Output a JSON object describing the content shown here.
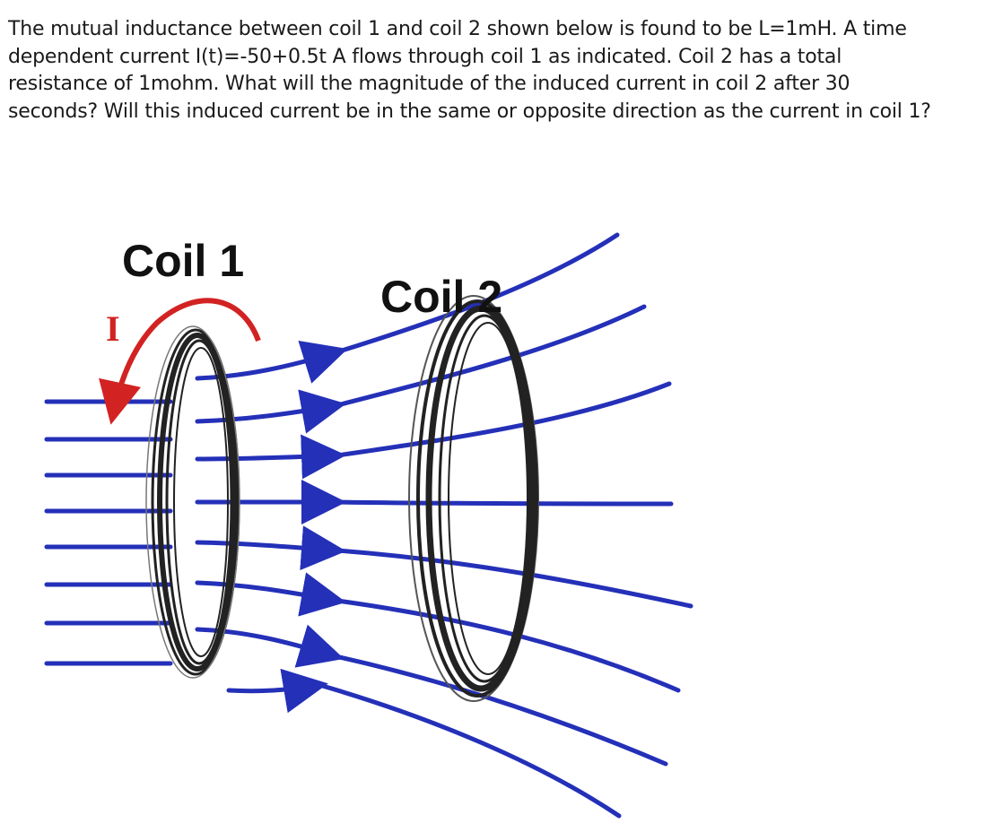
{
  "question": {
    "text": "The mutual inductance between coil 1 and coil 2 shown below is found to be L=1mH. A time dependent current I(t)=-50+0.5t A flows through coil 1 as indicated. Coil 2 has a total resistance of 1mohm. What will the magnitude of the induced current in coil 2 after 30 seconds? Will this induced current be in the same or opposite direction as the current in coil 1?"
  },
  "figure": {
    "coil1_label": "Coil 1",
    "coil2_label": "Coil 2",
    "current_label": "I",
    "colors": {
      "field_lines": "#2430b8",
      "current_arrow": "#d22222",
      "coil": "#222222",
      "text": "#111111"
    }
  }
}
